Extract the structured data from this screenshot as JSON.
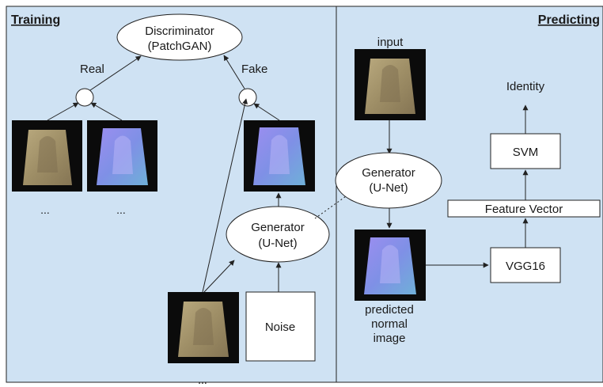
{
  "training": {
    "heading": "Training",
    "discriminator": {
      "line1": "Discriminator",
      "line2": "(PatchGAN)"
    },
    "real_label": "Real",
    "fake_label": "Fake",
    "generator": {
      "line1": "Generator",
      "line2": "(U-Net)"
    },
    "noise_label": "Noise",
    "ellipsis": "..."
  },
  "predicting": {
    "heading": "Predicting",
    "input_label": "input",
    "generator": {
      "line1": "Generator",
      "line2": "(U-Net)"
    },
    "predicted_label": [
      "predicted",
      "normal",
      "image"
    ],
    "vgg_label": "VGG16",
    "feature_label": "Feature Vector",
    "svm_label": "SVM",
    "identity_label": "Identity"
  },
  "colors": {
    "panel_bg": "#cfe2f3",
    "amulet_bg": "#0b0b0b",
    "amulet_tan": "#a89870",
    "amulet_normal": "#7f86e0"
  }
}
